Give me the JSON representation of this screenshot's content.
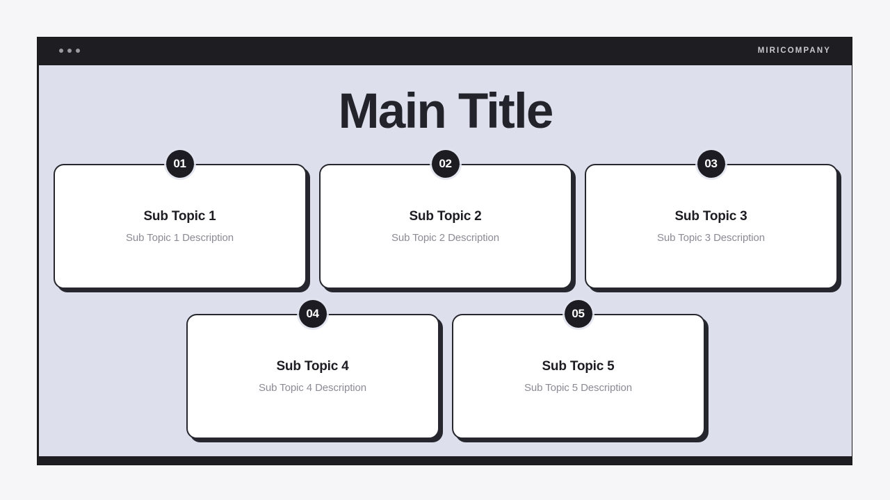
{
  "window": {
    "dots_icon": "window-dots-icon",
    "brand": "MIRICOMPANY"
  },
  "slide": {
    "title": "Main Title",
    "background_color": "#dde0ec",
    "accent_color": "#1c1c22",
    "rows": [
      {
        "cards": [
          {
            "number": "01",
            "title": "Sub Topic 1",
            "description": "Sub Topic 1 Description"
          },
          {
            "number": "02",
            "title": "Sub Topic 2",
            "description": "Sub Topic 2 Description"
          },
          {
            "number": "03",
            "title": "Sub Topic 3",
            "description": "Sub Topic 3 Description"
          }
        ]
      },
      {
        "cards": [
          {
            "number": "04",
            "title": "Sub Topic 4",
            "description": "Sub Topic 4 Description"
          },
          {
            "number": "05",
            "title": "Sub Topic 5",
            "description": "Sub Topic 5 Description"
          }
        ]
      }
    ]
  }
}
